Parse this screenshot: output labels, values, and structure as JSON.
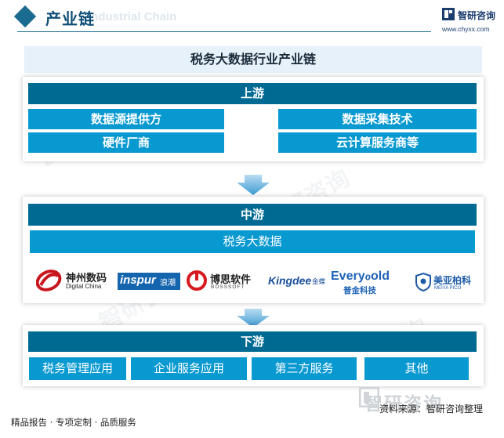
{
  "header": {
    "title": "产业链",
    "ghost_text": "Industrial Chain",
    "brand_name": "智研咨询",
    "brand_url": "www.chyxx.com"
  },
  "diagram": {
    "title": "税务大数据行业产业链",
    "upstream": {
      "label": "上游",
      "items": [
        "数据源提供方",
        "数据采集技术",
        "硬件厂商",
        "云计算服务商等"
      ]
    },
    "midstream": {
      "label": "中游",
      "sub_label": "税务大数据",
      "companies": [
        {
          "name": "神州数码",
          "sub": "Digital China"
        },
        {
          "name": "inspur",
          "sub": "浪潮"
        },
        {
          "name": "博思软件",
          "sub": "BOSSSOFT"
        },
        {
          "name": "Kingdee",
          "sub": "金蝶"
        },
        {
          "name": "Everyℴold",
          "sub": "普金科技"
        },
        {
          "name": "美亚柏科",
          "sub": "MEIYA PICO"
        }
      ]
    },
    "downstream": {
      "label": "下游",
      "items": [
        "税务管理应用",
        "企业服务应用",
        "第三方服务",
        "其他"
      ]
    }
  },
  "footer": {
    "left": "精品报告 · 专项定制 · 品质服务",
    "source": "资料来源：智研咨询整理",
    "source_watermark": "智研咨询"
  },
  "colors": {
    "band": "#006a93",
    "cell": "#0899d1",
    "title_bg": "#e6f1fa",
    "arrow": "#4aa3d6"
  }
}
